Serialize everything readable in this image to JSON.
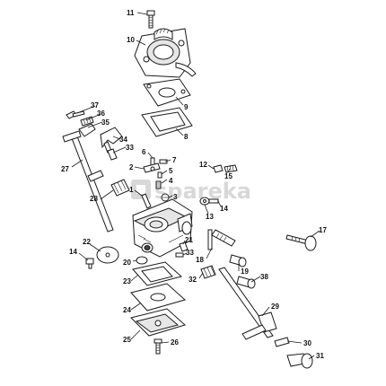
{
  "watermark": {
    "text": "spareka"
  },
  "callouts": [
    {
      "id": "l11",
      "text": "11"
    },
    {
      "id": "l10",
      "text": "10"
    },
    {
      "id": "l9",
      "text": "9"
    },
    {
      "id": "l8",
      "text": "8"
    },
    {
      "id": "l37",
      "text": "37"
    },
    {
      "id": "l36",
      "text": "36"
    },
    {
      "id": "l35",
      "text": "35"
    },
    {
      "id": "l34",
      "text": "34"
    },
    {
      "id": "l33a",
      "text": "33"
    },
    {
      "id": "l27",
      "text": "27"
    },
    {
      "id": "l28",
      "text": "28"
    },
    {
      "id": "l6",
      "text": "6"
    },
    {
      "id": "l7",
      "text": "7"
    },
    {
      "id": "l2",
      "text": "2"
    },
    {
      "id": "l5",
      "text": "5"
    },
    {
      "id": "l4",
      "text": "4"
    },
    {
      "id": "l1",
      "text": "1"
    },
    {
      "id": "l3",
      "text": "3"
    },
    {
      "id": "l12",
      "text": "12"
    },
    {
      "id": "l15",
      "text": "15"
    },
    {
      "id": "l14a",
      "text": "14"
    },
    {
      "id": "l13",
      "text": "13"
    },
    {
      "id": "l17",
      "text": "17"
    },
    {
      "id": "l22",
      "text": "22"
    },
    {
      "id": "l14b",
      "text": "14"
    },
    {
      "id": "l20",
      "text": "20"
    },
    {
      "id": "l21",
      "text": "21"
    },
    {
      "id": "l33b",
      "text": "33"
    },
    {
      "id": "l18",
      "text": "18"
    },
    {
      "id": "l19",
      "text": "19"
    },
    {
      "id": "l38",
      "text": "38"
    },
    {
      "id": "l32",
      "text": "32"
    },
    {
      "id": "l23",
      "text": "23"
    },
    {
      "id": "l24",
      "text": "24"
    },
    {
      "id": "l29",
      "text": "29"
    },
    {
      "id": "l25",
      "text": "25"
    },
    {
      "id": "l26",
      "text": "26"
    },
    {
      "id": "l30",
      "text": "30"
    },
    {
      "id": "l31",
      "text": "31"
    }
  ]
}
